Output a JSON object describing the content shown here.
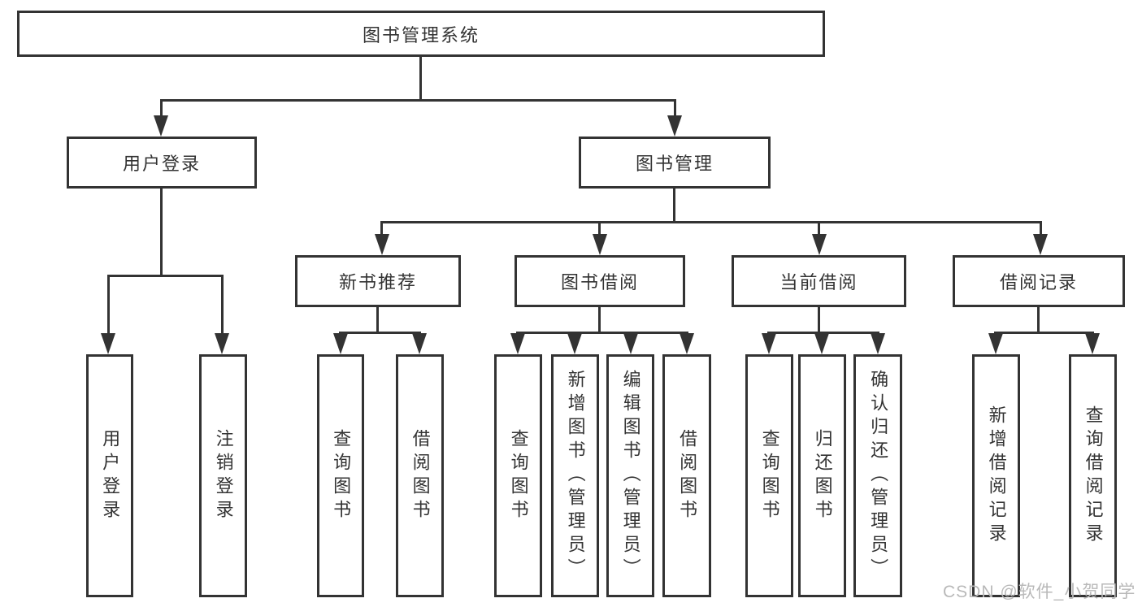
{
  "tree": {
    "root": {
      "label": "图书管理系统"
    },
    "branches": [
      {
        "label": "用户登录",
        "leaves": [
          "用户登录",
          "注销登录"
        ]
      },
      {
        "label": "图书管理",
        "groups": [
          {
            "label": "新书推荐",
            "leaves": [
              "查询图书",
              "借阅图书"
            ]
          },
          {
            "label": "图书借阅",
            "leaves": [
              "查询图书",
              "新增图书（管理员）",
              "编辑图书（管理员）",
              "借阅图书"
            ]
          },
          {
            "label": "当前借阅",
            "leaves": [
              "查询图书",
              "归还图书",
              "确认归还（管理员）"
            ]
          },
          {
            "label": "借阅记录",
            "leaves": [
              "新增借阅记录",
              "查询借阅记录"
            ]
          }
        ]
      }
    ]
  },
  "watermark": {
    "text": "CSDN @软件_小贺同学"
  },
  "colors": {
    "line": "#333333",
    "text": "#333333",
    "watermark": "#b9b9b9",
    "background": "#ffffff"
  }
}
